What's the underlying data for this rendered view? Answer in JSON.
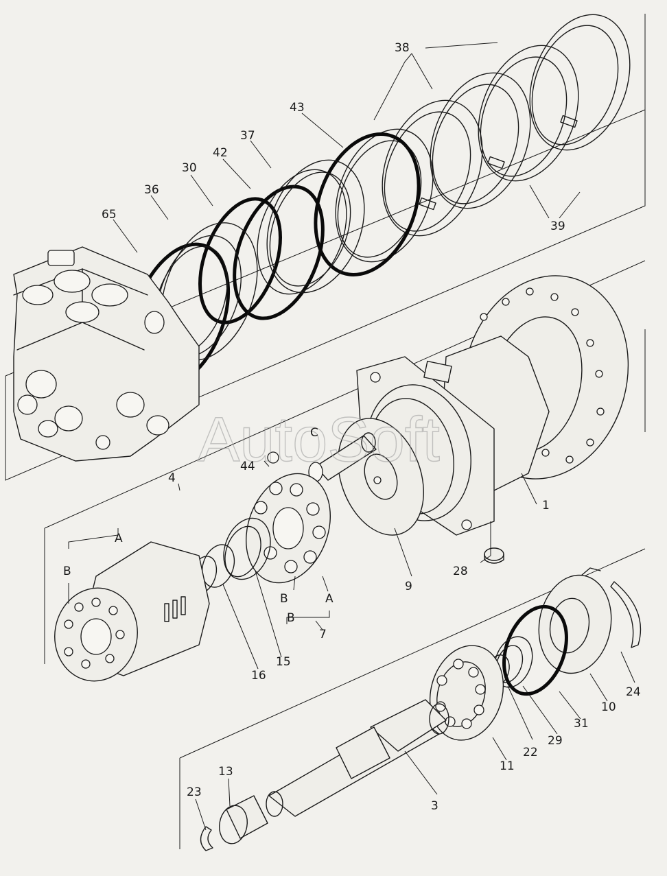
{
  "watermark": "AutoSoft",
  "labels": {
    "l1": "1",
    "l3": "3",
    "l4": "4",
    "l7": "7",
    "l9": "9",
    "l10": "10",
    "l11": "11",
    "l13": "13",
    "l15": "15",
    "l16": "16",
    "l22": "22",
    "l23": "23",
    "l24": "24",
    "l28": "28",
    "l29": "29",
    "l30": "30",
    "l31": "31",
    "l36": "36",
    "l37": "37",
    "l38": "38",
    "l39": "39",
    "l42": "42",
    "l43": "43",
    "l44": "44",
    "l65": "65",
    "a1": "A",
    "a2": "A",
    "b1": "B",
    "b2": "B",
    "b3": "B",
    "c1": "C"
  }
}
